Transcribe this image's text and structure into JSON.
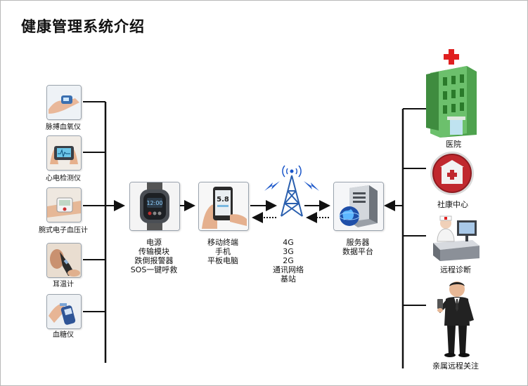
{
  "title": "健康管理系统介绍",
  "colors": {
    "line": "#111111",
    "hospital_green": "#5cb85c",
    "hospital_cross": "#e02020",
    "badge_red": "#c0282e",
    "signal_blue": "#1a56c9",
    "tower_blue": "#2a5fae"
  },
  "left_devices": [
    {
      "label": "脉搏血氧仪",
      "icon": "pulse-oximeter-icon"
    },
    {
      "label": "心电检测仪",
      "icon": "ecg-monitor-icon"
    },
    {
      "label": "腕式电子血压计",
      "icon": "wrist-blood-pressure-icon"
    },
    {
      "label": "耳温计",
      "icon": "ear-thermometer-icon"
    },
    {
      "label": "血糖仪",
      "icon": "glucose-meter-icon"
    }
  ],
  "watch": {
    "icon": "smart-watch-icon",
    "lines": [
      "电源",
      "传输模块",
      "跌倒报警器",
      "SOS一键呼救"
    ]
  },
  "mobile": {
    "icon": "phone-in-hand-icon",
    "screen_value": "5.8",
    "lines": [
      "移动终端",
      "手机",
      "平板电脑"
    ]
  },
  "tower": {
    "icon": "signal-tower-icon",
    "lines": [
      "4G",
      "3G",
      "2G",
      "通讯网络",
      "基站"
    ]
  },
  "server": {
    "icon": "server-globe-icon",
    "lines": [
      "服务器",
      "数据平台"
    ]
  },
  "right_endpoints": [
    {
      "label": "医院",
      "icon": "hospital-building-icon"
    },
    {
      "label": "社康中心",
      "icon": "health-center-badge-icon"
    },
    {
      "label": "远程诊断",
      "icon": "remote-diagnosis-icon"
    },
    {
      "label": "亲属远程关注",
      "icon": "relative-with-phone-icon"
    }
  ]
}
